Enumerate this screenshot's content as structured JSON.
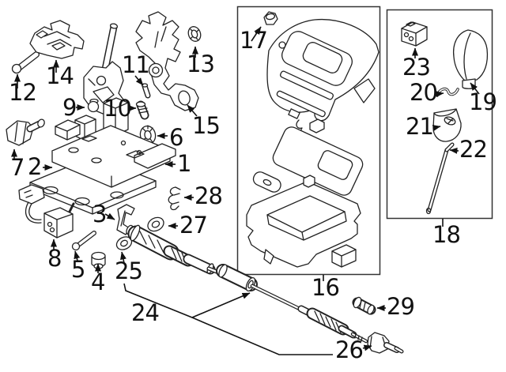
{
  "diagram": {
    "background": "#ffffff",
    "line_color": "#222222",
    "text_color": "#111111",
    "callouts": {
      "n1": "1",
      "n2": "2",
      "n3": "3",
      "n4": "4",
      "n5": "5",
      "n6": "6",
      "n7": "7",
      "n8": "8",
      "n9": "9",
      "n10": "10",
      "n11": "11",
      "n12": "12",
      "n13": "13",
      "n14": "14",
      "n15": "15",
      "n16": "16",
      "n17": "17",
      "n18": "18",
      "n19": "19",
      "n20": "20",
      "n21": "21",
      "n22": "22",
      "n23": "23",
      "n24": "24",
      "n25": "25",
      "n26": "26",
      "n27": "27",
      "n28": "28",
      "n29": "29"
    }
  }
}
